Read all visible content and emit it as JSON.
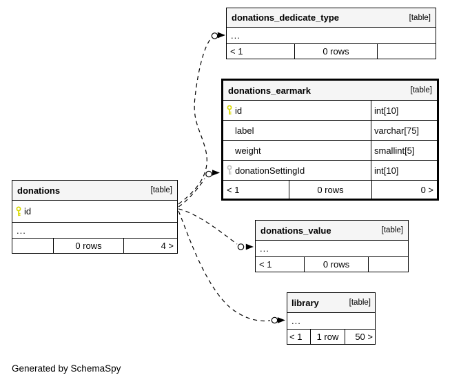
{
  "footer_note": "Generated by SchemaSpy",
  "colors": {
    "background": "#ffffff",
    "header_bg": "#f5f5f5",
    "border": "#000000",
    "primary_key_icon": "#d8d800",
    "index_key_icon": "#c0c0c0"
  },
  "tables": {
    "donations_dedicate_type": {
      "title": "donations_dedicate_type",
      "tag": "[table]",
      "collapsed": "...",
      "footer": {
        "left": "< 1",
        "center": "0 rows",
        "right": ""
      }
    },
    "donations_earmark": {
      "title": "donations_earmark",
      "tag": "[table]",
      "columns": [
        {
          "name": "id",
          "type": "int[10]",
          "key": "primary-key"
        },
        {
          "name": "label",
          "type": "varchar[75]",
          "key": ""
        },
        {
          "name": "weight",
          "type": "smallint[5]",
          "key": ""
        },
        {
          "name": "donationSettingId",
          "type": "int[10]",
          "key": "index-key"
        }
      ],
      "footer": {
        "left": "< 1",
        "center": "0 rows",
        "right": "0 >"
      }
    },
    "donations": {
      "title": "donations",
      "tag": "[table]",
      "columns": [
        {
          "name": "id",
          "type": "",
          "key": "primary-key"
        }
      ],
      "collapsed": "...",
      "footer": {
        "left": "",
        "center": "0 rows",
        "right": "4 >"
      }
    },
    "donations_value": {
      "title": "donations_value",
      "tag": "[table]",
      "collapsed": "...",
      "footer": {
        "left": "< 1",
        "center": "0 rows",
        "right": ""
      }
    },
    "library": {
      "title": "library",
      "tag": "[table]",
      "collapsed": "...",
      "footer": {
        "left": "< 1",
        "center": "1 row",
        "right": "50 >"
      }
    }
  }
}
